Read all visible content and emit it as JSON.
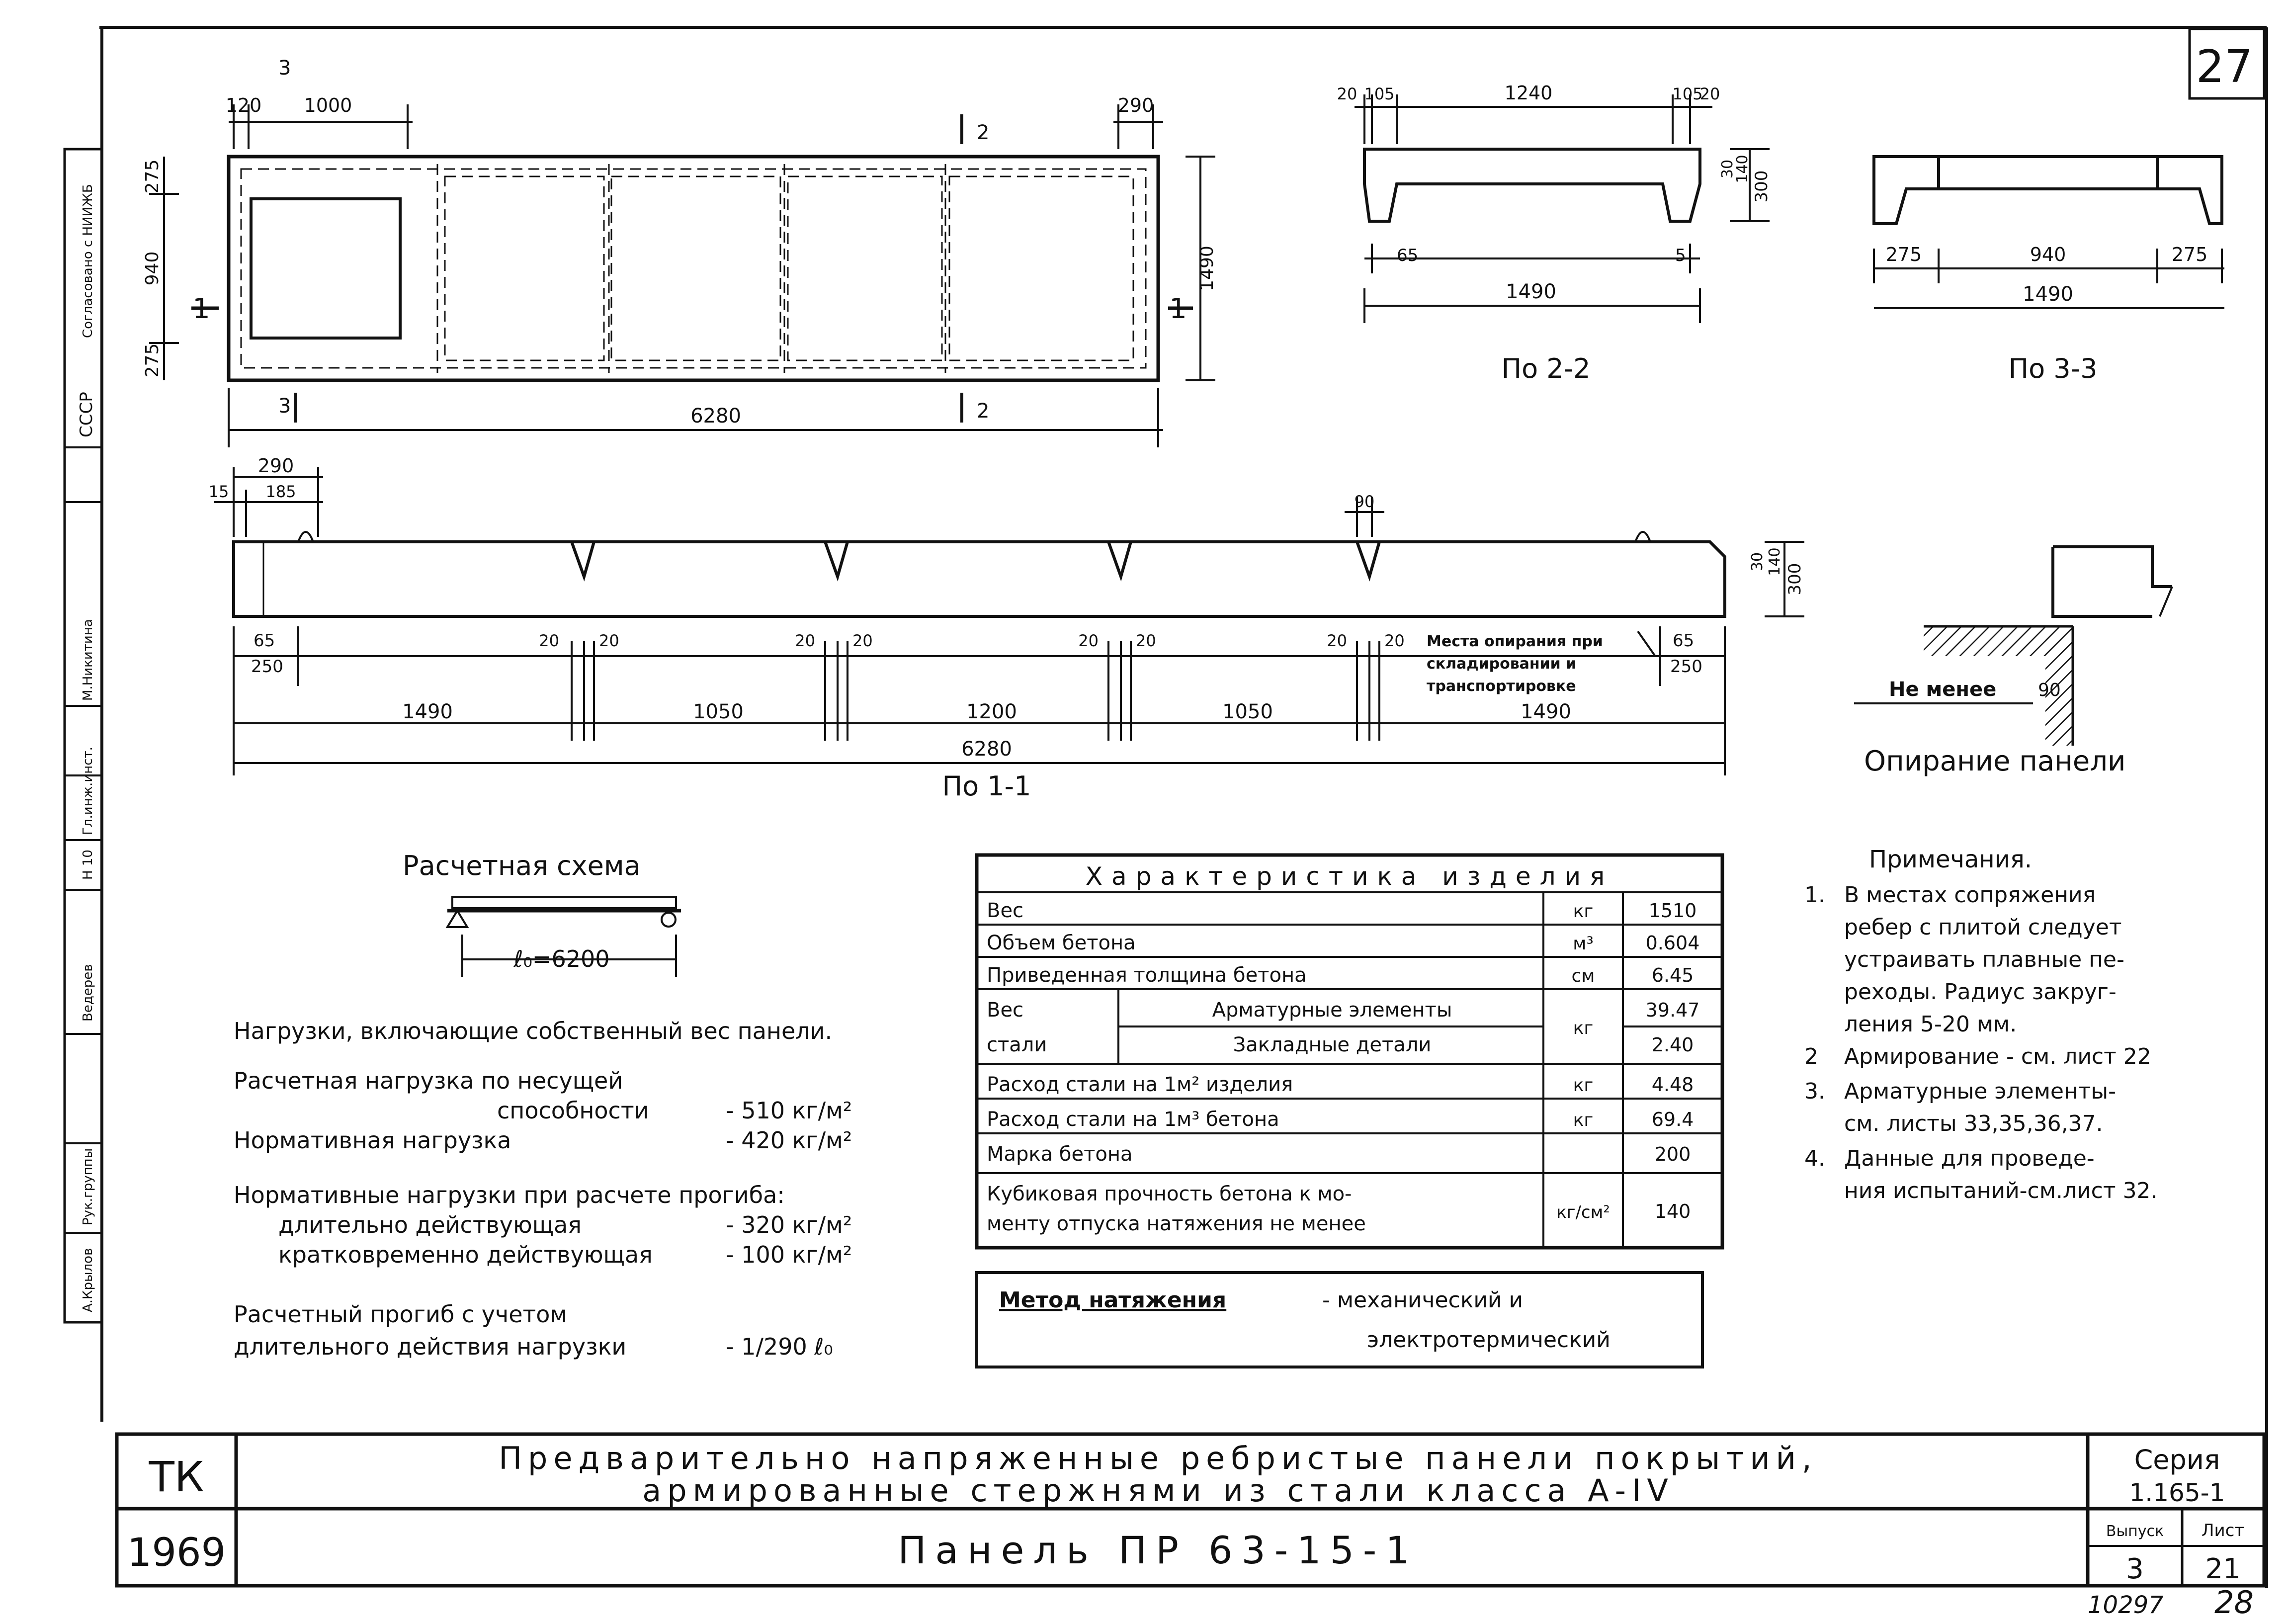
{
  "sheet": {
    "page_number_top": "27",
    "page_number_bottom": "28",
    "stamp_number": "10297"
  },
  "side_stamp": {
    "org": "СССР",
    "cols": [
      "А.Крылов",
      "Рук.группы",
      "Ведерев",
      "Н 10",
      "Гл.инж.инст.",
      "М.Никитина",
      "Согласовано с НИИЖБ"
    ]
  },
  "plan": {
    "dims_top": [
      "120",
      "1000",
      "290"
    ],
    "dims_left": [
      "275",
      "940",
      "275"
    ],
    "dim_right": "1490",
    "dim_bottom": "6280",
    "section_mark_1": "1",
    "section_mark_2": "2",
    "section_mark_3": "3"
  },
  "section_2_2": {
    "dims_top": [
      "20",
      "105",
      "1240",
      "105",
      "20"
    ],
    "dims_right": [
      "30",
      "140",
      "300"
    ],
    "dims_bottom": [
      "65",
      "5"
    ],
    "dim_overall": "1490",
    "caption": "По 2-2"
  },
  "section_3_3": {
    "dims_bottom": [
      "275",
      "940",
      "275"
    ],
    "dim_overall": "1490",
    "caption": "По 3-3"
  },
  "section_1_1": {
    "dims_top": [
      "290",
      "15",
      "185",
      "90"
    ],
    "dims_right": [
      "30",
      "140",
      "300"
    ],
    "dims_ribs": [
      "65",
      "250",
      "20",
      "20",
      "20",
      "20",
      "20",
      "20",
      "20",
      "20",
      "65",
      "250"
    ],
    "spans": [
      "1490",
      "1050",
      "1200",
      "1050",
      "1490"
    ],
    "overall": "6280",
    "support_note_1": "Места опирания при",
    "support_note_2": "складировании и",
    "support_note_3": "транспортировке",
    "caption": "По 1-1"
  },
  "support_detail": {
    "label_not_less": "Не менее",
    "dim": "90",
    "caption": "Опирание панели"
  },
  "calc_scheme": {
    "title": "Расчетная схема",
    "span_label": "ℓ₀=6200"
  },
  "loads": {
    "heading": "Нагрузки, включающие собственный вес панели.",
    "design_load_1": "Расчетная нагрузка по несущей",
    "design_load_2": "способности",
    "design_load_value": "- 510 кг/м²",
    "normative_load": "Нормативная нагрузка",
    "normative_load_value": "- 420 кг/м²",
    "deflection_heading": "Нормативные нагрузки при расчете прогиба:",
    "long_term": "длительно действующая",
    "long_term_value": "- 320 кг/м²",
    "short_term": "кратковременно действующая",
    "short_term_value": "- 100 кг/м²",
    "deflection_1": "Расчетный прогиб с учетом",
    "deflection_2": "длительного действия нагрузки",
    "deflection_value": "- 1/290 ℓ₀"
  },
  "characteristics": {
    "title": "Характеристика изделия",
    "rows": [
      {
        "label": "Вес",
        "unit": "кг",
        "value": "1510"
      },
      {
        "label": "Объем бетона",
        "unit": "м³",
        "value": "0.604"
      },
      {
        "label": "Приведенная толщина бетона",
        "unit": "см",
        "value": "6.45"
      },
      {
        "label": "Расход стали на 1м² изделия",
        "unit": "кг",
        "value": "4.48"
      },
      {
        "label": "Расход стали на 1м³ бетона",
        "unit": "кг",
        "value": "69.4"
      },
      {
        "label": "Марка бетона",
        "unit": "",
        "value": "200"
      },
      {
        "label": "Кубиковая прочность бетона к мо-",
        "label2": "менту отпуска натяжения не менее",
        "unit": "кг/см²",
        "value": "140"
      }
    ],
    "steel_label_1": "Вес",
    "steel_label_2": "стали",
    "steel_sub_1": "Арматурные элементы",
    "steel_sub_2": "Закладные детали",
    "steel_unit": "кг",
    "steel_val_1": "39.47",
    "steel_val_2": "2.40"
  },
  "tension_method": {
    "label": "Метод натяжения",
    "value_1": "- механический и",
    "value_2": "электротермический"
  },
  "notes": {
    "title": "Примечания.",
    "items": [
      {
        "n": "1.",
        "lines": [
          "В местах сопряжения",
          "ребер с плитой следует",
          "устраивать плавные пе-",
          "реходы. Радиус закруг-",
          "ления 5-20 мм."
        ]
      },
      {
        "n": "2",
        "lines": [
          "Армирование - см. лист 22"
        ]
      },
      {
        "n": "3.",
        "lines": [
          "Арматурные элементы-",
          "см. листы 33,35,36,37."
        ]
      },
      {
        "n": "4.",
        "lines": [
          "Данные для проведе-",
          "ния испытаний-см.лист 32."
        ]
      }
    ]
  },
  "title_block": {
    "org": "ТК",
    "year": "1969",
    "title_1": "Предварительно напряженные ребристые панели покрытий,",
    "title_2": "армированные стержнями из стали класса А-IV",
    "panel": "Панель ПР 63-15-1",
    "series_label": "Серия",
    "series_value": "1.165-1",
    "issue_label": "Выпуск",
    "issue_value": "3",
    "sheet_label": "Лист",
    "sheet_value": "21"
  }
}
